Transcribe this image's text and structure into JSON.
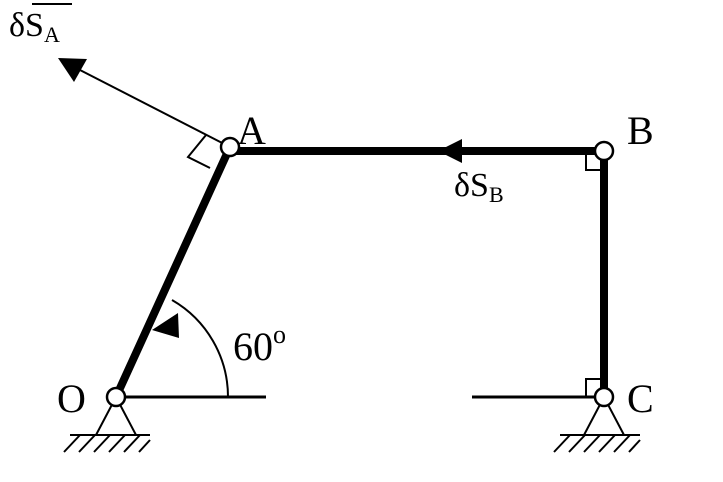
{
  "points": {
    "O": "O",
    "A": "A",
    "B": "B",
    "C": "C"
  },
  "virtual_displacements": {
    "A": {
      "symbol": "δS",
      "subscript": "A"
    },
    "B": {
      "symbol": "δS",
      "subscript": "B"
    }
  },
  "angle": {
    "value": "60",
    "unit": "o"
  },
  "colors": {
    "stroke": "#000000",
    "background": "#ffffff",
    "joint_fill": "#ffffff"
  }
}
